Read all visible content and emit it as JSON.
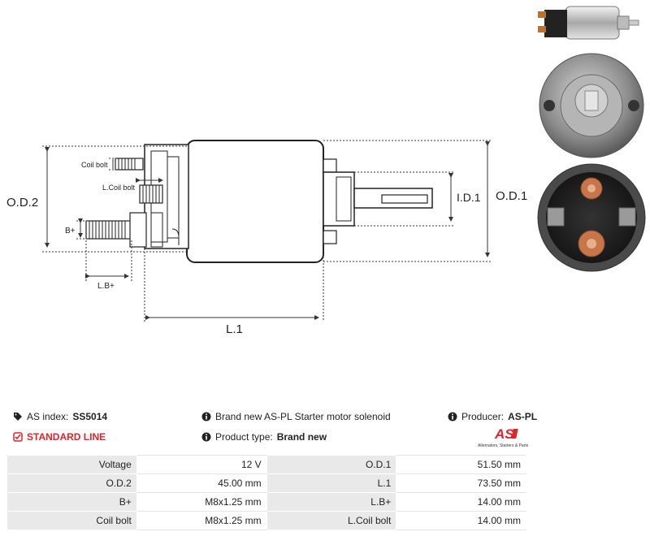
{
  "diagram": {
    "labels": {
      "od2": "O.D.2",
      "od1": "O.D.1",
      "id1": "I.D.1",
      "l1": "L.1",
      "bplus": "B+",
      "lbplus": "L.B+",
      "coil_bolt": "Coil bolt",
      "lcoil_bolt": "L.Coil bolt"
    }
  },
  "info": {
    "as_index_label": "AS index:",
    "as_index_value": "SS5014",
    "line": "STANDARD LINE",
    "description": "Brand new AS-PL Starter motor solenoid",
    "product_type_label": "Product type:",
    "product_type_value": "Brand new",
    "producer_label": "Producer:",
    "producer_value": "AS-PL"
  },
  "logo": {
    "text": "AS",
    "tagline": "Alternators, Starters & Parts",
    "color": "#e0242b"
  },
  "specs": [
    {
      "k1": "Voltage",
      "v1": "12 V",
      "k2": "O.D.1",
      "v2": "51.50 mm"
    },
    {
      "k1": "O.D.2",
      "v1": "45.00 mm",
      "k2": "L.1",
      "v2": "73.50 mm"
    },
    {
      "k1": "B+",
      "v1": "M8x1.25 mm",
      "k2": "L.B+",
      "v2": "14.00 mm"
    },
    {
      "k1": "Coil bolt",
      "v1": "M8x1.25 mm",
      "k2": "L.Coil bolt",
      "v2": "14.00 mm"
    }
  ]
}
